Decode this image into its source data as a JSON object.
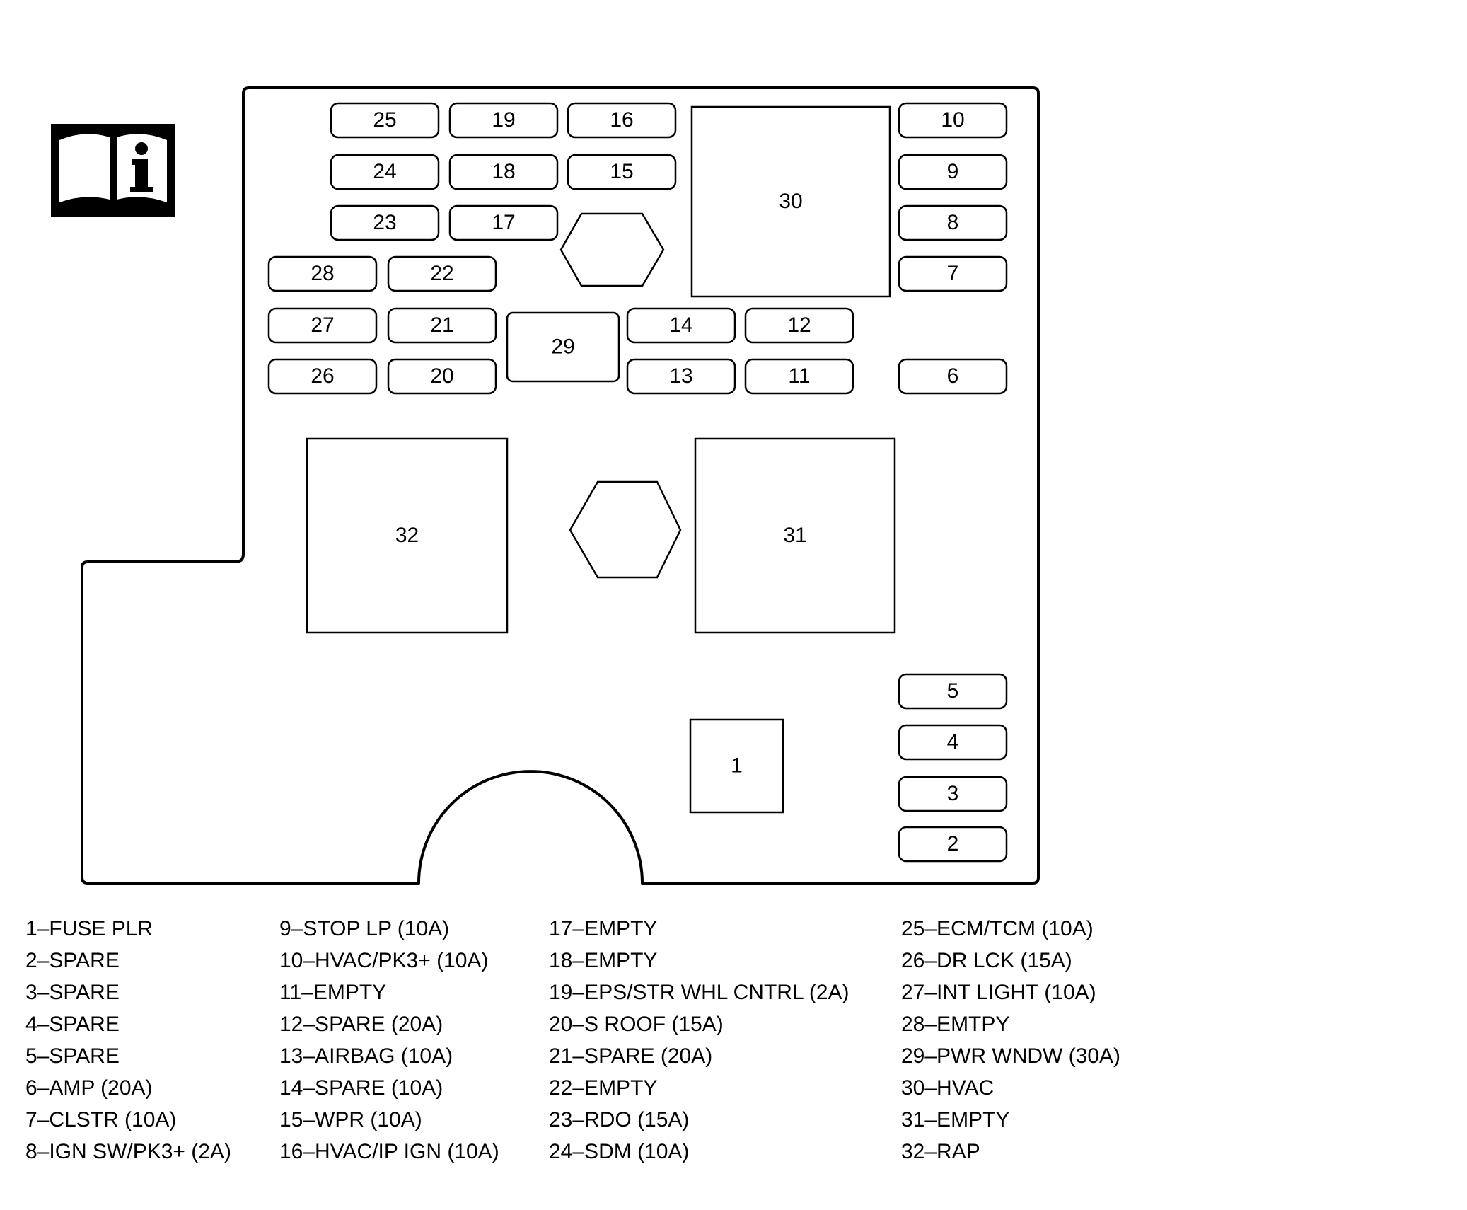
{
  "diagram": {
    "fuses": [
      {
        "id": "25"
      },
      {
        "id": "19"
      },
      {
        "id": "16"
      },
      {
        "id": "10"
      },
      {
        "id": "24"
      },
      {
        "id": "18"
      },
      {
        "id": "15"
      },
      {
        "id": "9"
      },
      {
        "id": "23"
      },
      {
        "id": "17"
      },
      {
        "id": "8"
      },
      {
        "id": "28"
      },
      {
        "id": "22"
      },
      {
        "id": "7"
      },
      {
        "id": "27"
      },
      {
        "id": "21"
      },
      {
        "id": "14"
      },
      {
        "id": "12"
      },
      {
        "id": "26"
      },
      {
        "id": "20"
      },
      {
        "id": "13"
      },
      {
        "id": "11"
      },
      {
        "id": "6"
      },
      {
        "id": "5"
      },
      {
        "id": "4"
      },
      {
        "id": "3"
      },
      {
        "id": "2"
      }
    ],
    "blocks": [
      {
        "id": "30"
      },
      {
        "id": "29"
      },
      {
        "id": "32"
      },
      {
        "id": "31"
      },
      {
        "id": "1"
      }
    ]
  },
  "legend": {
    "columns": [
      [
        "1–FUSE PLR",
        "2–SPARE",
        "3–SPARE",
        "4–SPARE",
        "5–SPARE",
        "6–AMP (20A)",
        "7–CLSTR (10A)",
        "8–IGN SW/PK3+ (2A)"
      ],
      [
        "9–STOP LP (10A)",
        "10–HVAC/PK3+ (10A)",
        "11–EMPTY",
        "12–SPARE (20A)",
        "13–AIRBAG (10A)",
        "14–SPARE (10A)",
        "15–WPR (10A)",
        "16–HVAC/IP IGN (10A)"
      ],
      [
        "17–EMPTY",
        "18–EMPTY",
        "19–EPS/STR WHL CNTRL (2A)",
        "20–S ROOF (15A)",
        "21–SPARE (20A)",
        "22–EMPTY",
        "23–RDO (15A)",
        "24–SDM (10A)"
      ],
      [
        "25–ECM/TCM (10A)",
        "26–DR LCK (15A)",
        "27–INT LIGHT (10A)",
        "28–EMTPY",
        "29–PWR WNDW (30A)",
        "30–HVAC",
        "31–EMPTY",
        "32–RAP"
      ]
    ]
  },
  "icons": {
    "manual": "owner-manual-info-icon"
  }
}
